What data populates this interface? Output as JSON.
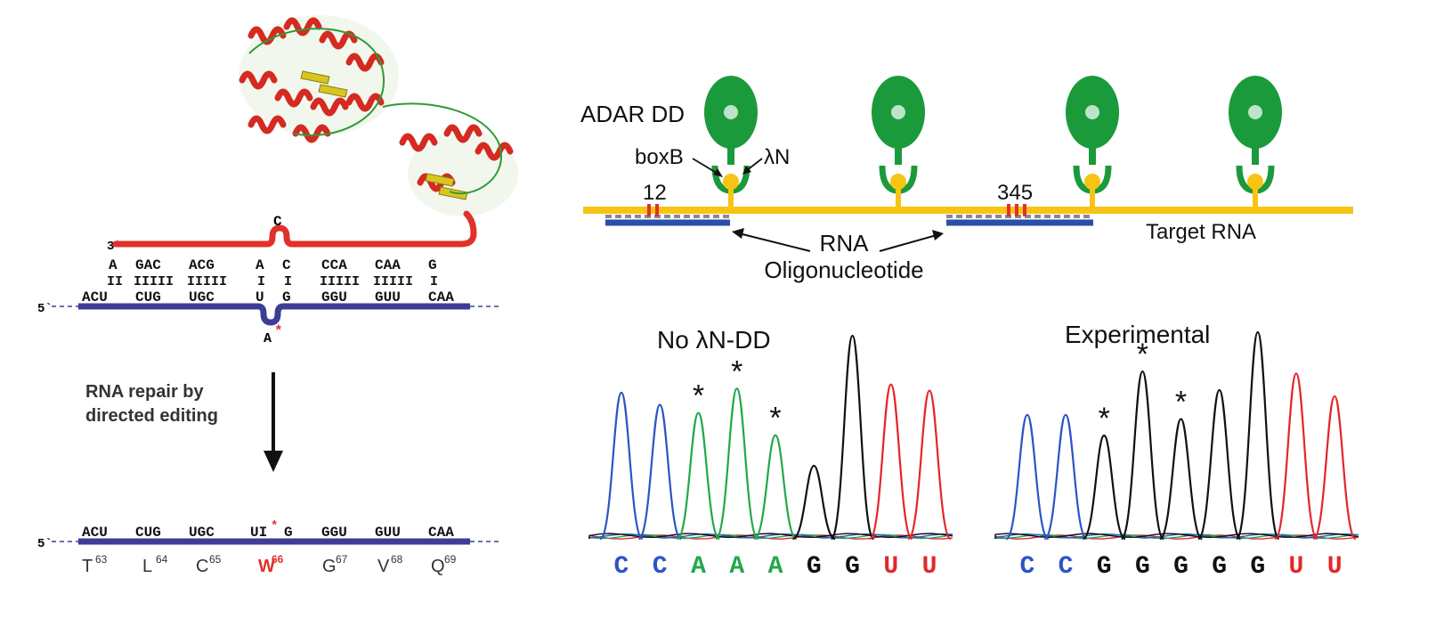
{
  "colors": {
    "strand_red": "#e0322a",
    "strand_blue": "#3d3d96",
    "edit_red": "#e0322a",
    "target_yellow": "#f7c414",
    "oligo_blue": "#2a4fa8",
    "adar_green": "#1b9a3c",
    "trace_blue": "#2b55c4",
    "trace_green": "#22a84a",
    "trace_black": "#111111",
    "trace_red": "#e3262b",
    "text": "#111111"
  },
  "left_panel": {
    "top_strand_label": "3`",
    "bottom_strand_label": "5`",
    "bulge_top": "C",
    "bulge_bottom": "A",
    "bulge_bottom_star": "*",
    "top_groups": [
      "A",
      "GAC",
      "ACG",
      "A",
      "C",
      "CCA",
      "CAA",
      "G"
    ],
    "pair_marks": [
      "II",
      "IIIII",
      "IIIII",
      "I",
      "I",
      "IIIII",
      "IIIII",
      "I"
    ],
    "bottom_groups": [
      "ACU",
      "CUG",
      "UGC",
      "U",
      "G",
      "GGU",
      "GUU",
      "CAA"
    ],
    "repair_caption_line1": "RNA repair by",
    "repair_caption_line2": "directed editing",
    "edited_label": "5`",
    "edited_groups": [
      "ACU",
      "CUG",
      "UGC",
      "UI",
      "G",
      "GGU",
      "GUU",
      "CAA"
    ],
    "edited_star": "*",
    "amino_acids": [
      {
        "aa": "T",
        "pos": "63"
      },
      {
        "aa": "L",
        "pos": "64"
      },
      {
        "aa": "C",
        "pos": "65"
      },
      {
        "aa": "W",
        "pos": "66"
      },
      {
        "aa": "G",
        "pos": "67"
      },
      {
        "aa": "V",
        "pos": "68"
      },
      {
        "aa": "Q",
        "pos": "69"
      }
    ]
  },
  "right_top": {
    "adar_label": "ADAR DD",
    "boxb_label": "boxB",
    "lambda_label": "λN",
    "sites_left": "12",
    "sites_right": "345",
    "target_label": "Target RNA",
    "oligo_label_line1": "RNA",
    "oligo_label_line2": "Oligonucleotide"
  },
  "chromatograms": [
    {
      "title": "No λN-DD",
      "bases": [
        {
          "b": "C",
          "color": "blue"
        },
        {
          "b": "C",
          "color": "blue"
        },
        {
          "b": "A",
          "color": "green"
        },
        {
          "b": "A",
          "color": "green"
        },
        {
          "b": "A",
          "color": "green"
        },
        {
          "b": "G",
          "color": "black"
        },
        {
          "b": "G",
          "color": "black"
        },
        {
          "b": "U",
          "color": "red"
        },
        {
          "b": "U",
          "color": "red"
        }
      ],
      "peaks": [
        {
          "color": "blue",
          "h": 0.72
        },
        {
          "color": "blue",
          "h": 0.66
        },
        {
          "color": "green",
          "h": 0.62,
          "star": true
        },
        {
          "color": "green",
          "h": 0.74,
          "star": true
        },
        {
          "color": "green",
          "h": 0.51,
          "star": true
        },
        {
          "color": "black",
          "h": 0.36
        },
        {
          "color": "black",
          "h": 1.0
        },
        {
          "color": "red",
          "h": 0.76
        },
        {
          "color": "red",
          "h": 0.73
        }
      ],
      "star": "*"
    },
    {
      "title": "Experimental",
      "bases": [
        {
          "b": "C",
          "color": "blue"
        },
        {
          "b": "C",
          "color": "blue"
        },
        {
          "b": "G",
          "color": "black"
        },
        {
          "b": "G",
          "color": "black"
        },
        {
          "b": "G",
          "color": "black"
        },
        {
          "b": "G",
          "color": "black"
        },
        {
          "b": "G",
          "color": "black"
        },
        {
          "b": "U",
          "color": "red"
        },
        {
          "b": "U",
          "color": "red"
        }
      ],
      "peaks": [
        {
          "color": "blue",
          "h": 0.6
        },
        {
          "color": "blue",
          "h": 0.6
        },
        {
          "color": "black",
          "h": 0.5,
          "star": true
        },
        {
          "color": "black",
          "h": 0.81,
          "star": true
        },
        {
          "color": "black",
          "h": 0.58,
          "star": true
        },
        {
          "color": "black",
          "h": 0.72
        },
        {
          "color": "black",
          "h": 1.0
        },
        {
          "color": "red",
          "h": 0.8
        },
        {
          "color": "red",
          "h": 0.69
        }
      ],
      "star": "*"
    }
  ]
}
